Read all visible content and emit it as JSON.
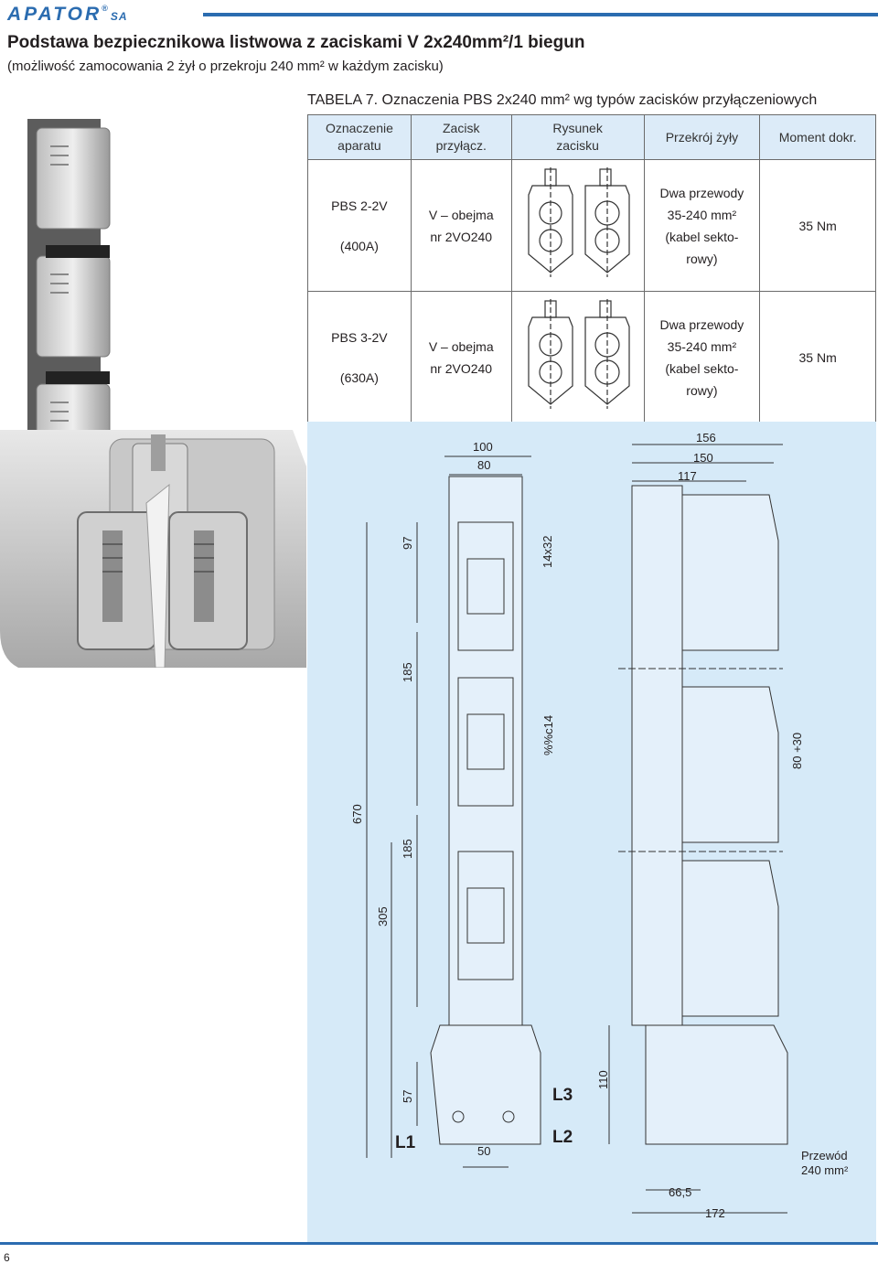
{
  "header": {
    "logo_main": "APATOR",
    "logo_reg": "®",
    "logo_sa": "SA",
    "title": "Podstawa bezpiecznikowa listwowa z zaciskami V 2x240mm²/1 biegun",
    "subtitle": "(możliwość zamocowania 2 żył o przekroju 240 mm² w każdym zacisku)"
  },
  "table": {
    "caption": "TABELA 7. Oznaczenia PBS 2x240 mm² wg typów zacisków przyłączeniowych",
    "headers": [
      "Oznaczenie\naparatu",
      "Zacisk\nprzyłącz.",
      "Rysunek\nzacisku",
      "Przekrój  żyły",
      "Moment dokr."
    ],
    "rows": [
      {
        "model": "PBS 2-2V",
        "rating": "(400A)",
        "clamp_1": "V – obejma",
        "clamp_2": "nr 2VO240",
        "section_1": "Dwa przewody",
        "section_2": "35-240 mm²",
        "section_3": "(kabel sekto-",
        "section_4": "rowy)",
        "torque": "35 Nm"
      },
      {
        "model": "PBS 3-2V",
        "rating": "(630A)",
        "clamp_1": "V – obejma",
        "clamp_2": "nr 2VO240",
        "section_1": "Dwa przewody",
        "section_2": "35-240 mm²",
        "section_3": "(kabel sekto-",
        "section_4": "rowy)",
        "torque": "35 Nm"
      }
    ]
  },
  "drawing": {
    "dims_top": [
      "100",
      "80",
      "156",
      "150",
      "117"
    ],
    "dims_vert": [
      "97",
      "14x32",
      "185",
      "%%c14",
      "670",
      "185",
      "305",
      "57",
      "110",
      "80 +30"
    ],
    "dims_bottom": [
      "50",
      "66,5",
      "172"
    ],
    "phases": [
      "L1",
      "L2",
      "L3"
    ],
    "cable_note_1": "Przewód",
    "cable_note_2": "240 mm²"
  },
  "footer": {
    "page_number": "6"
  },
  "colors": {
    "brand_blue": "#2b6cb0",
    "drawing_bg": "#d6eaf8",
    "header_bg": "#dcebf8"
  }
}
